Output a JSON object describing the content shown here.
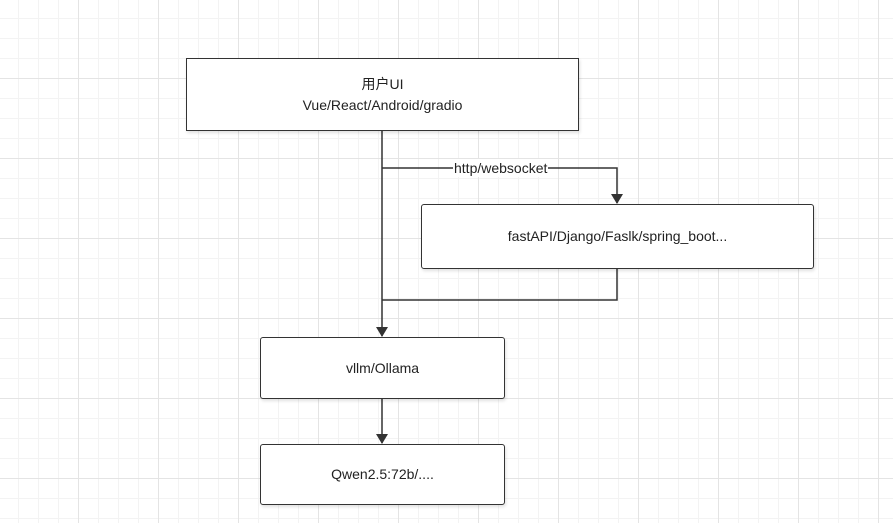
{
  "nodes": {
    "user_ui": {
      "line1": "用户UI",
      "line2": "Vue/React/Android/gradio"
    },
    "backend": {
      "label": "fastAPI/Django/Faslk/spring_boot..."
    },
    "inference": {
      "label": "vllm/Ollama"
    },
    "model": {
      "label": "Qwen2.5:72b/...."
    }
  },
  "edges": {
    "ui_to_backend": {
      "label": "http/websocket"
    }
  },
  "colors": {
    "stroke": "#333333",
    "grid_major": "#e4e4e4",
    "grid_minor": "#f3f3f3"
  }
}
